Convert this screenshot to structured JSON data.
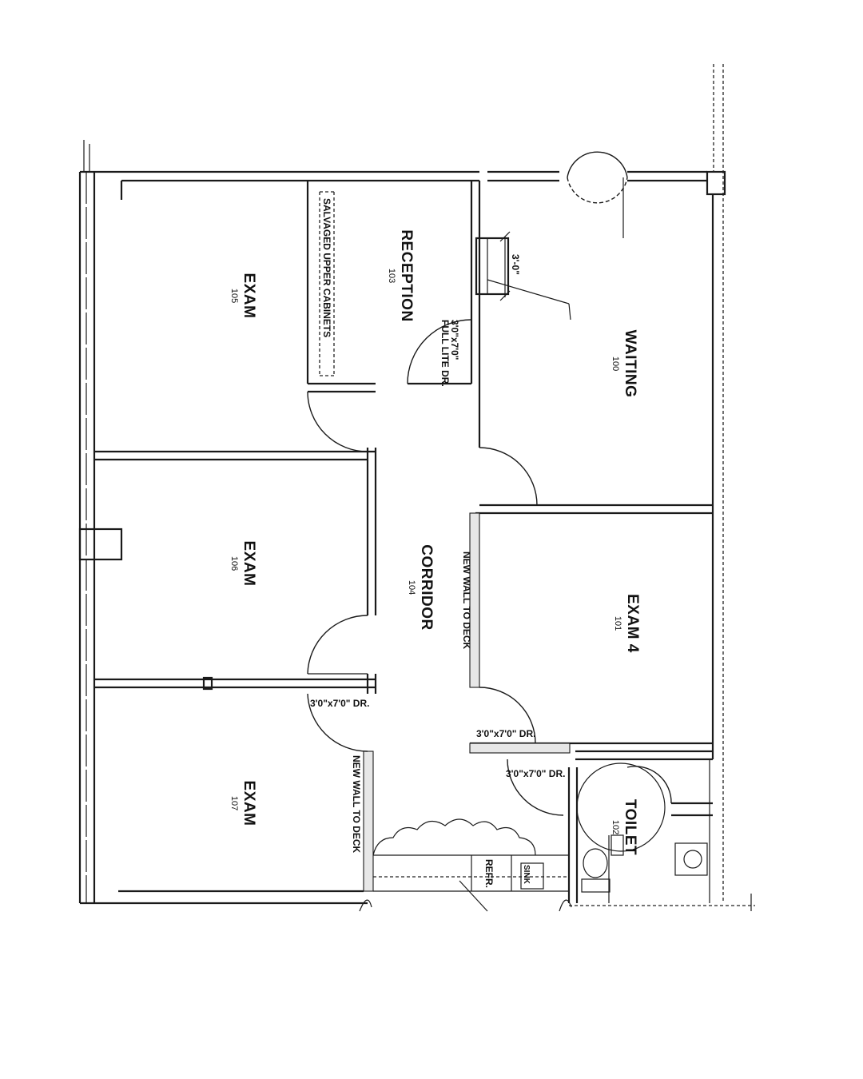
{
  "rooms": [
    {
      "id": "exam-105",
      "name": "EXAM",
      "number": "105"
    },
    {
      "id": "reception-103",
      "name": "RECEPTION",
      "number": "103"
    },
    {
      "id": "waiting-100",
      "name": "WAITING",
      "number": "100"
    },
    {
      "id": "exam-106",
      "name": "EXAM",
      "number": "106"
    },
    {
      "id": "corridor-104",
      "name": "CORRIDOR",
      "number": "104"
    },
    {
      "id": "exam-101",
      "name": "EXAM 4",
      "number": "101"
    },
    {
      "id": "exam-107",
      "name": "EXAM",
      "number": "107"
    },
    {
      "id": "toilet-102",
      "name": "TOILET",
      "number": "102"
    }
  ],
  "notes": {
    "salvaged_cabinets": "SALVAGED UPPER CABINETS",
    "full_lite_size": "3'0\"x7'0\"",
    "full_lite_dr": "FULL LITE DR.",
    "dim_3ft": "3'-0\"",
    "new_wall_upper": "NEW WALL TO DECK",
    "new_wall_lower": "NEW WALL TO DECK",
    "door_exam": "3'0\"x7'0\"  DR.",
    "door_exam4": "3'0\"x7'0\" DR.",
    "door_toilet": "3'0\"x7'0\"  DR.",
    "refr": "REFR.",
    "sink": "SINK"
  }
}
